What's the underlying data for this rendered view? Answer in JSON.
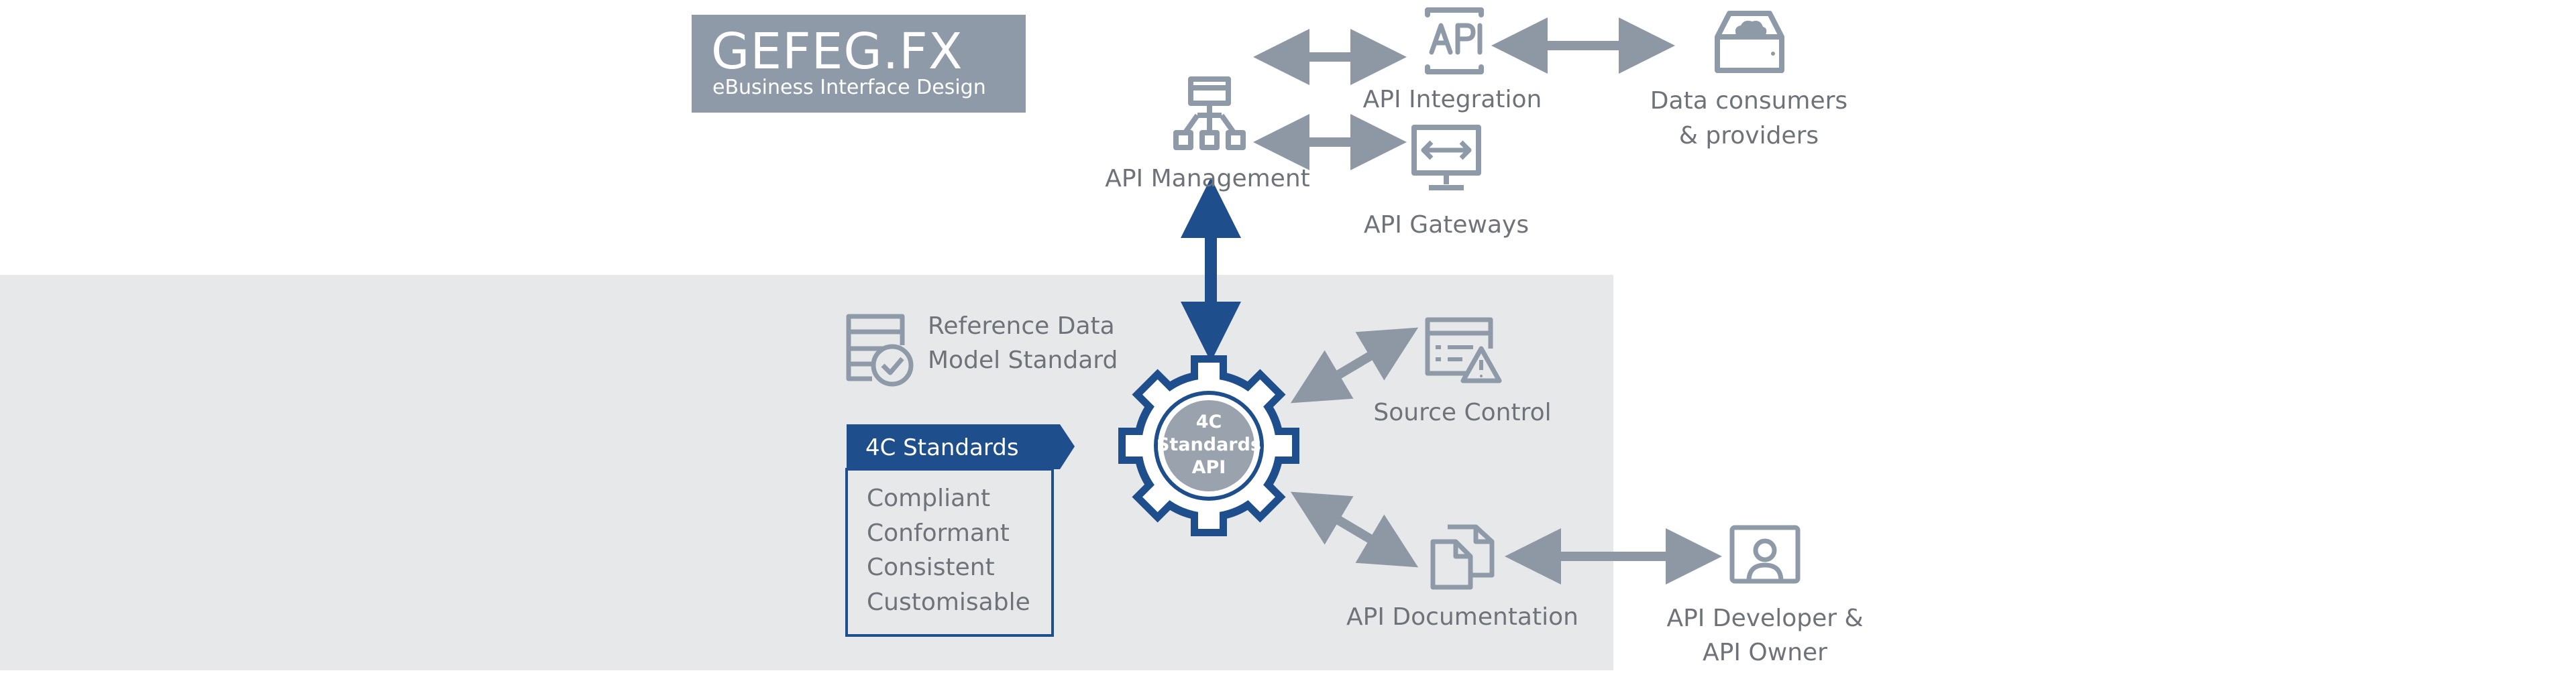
{
  "colors": {
    "background": "#ffffff",
    "panel": "#e7e8ea",
    "accent_blue": "#1f4e8c",
    "grey_icon": "#8f9aa8",
    "grey_arrow": "#8e98a5",
    "label_text": "#6f7379"
  },
  "logo": {
    "title": "GEFEG.FX",
    "subtitle": "eBusiness Interface Design"
  },
  "nodes": {
    "api_integration": {
      "label": "API Integration",
      "icon": "api-icon"
    },
    "data_consumers": {
      "label_line1": "Data consumers",
      "label_line2": "& providers",
      "icon": "cloud-drive-icon"
    },
    "api_management": {
      "label": "API Management",
      "icon": "hierarchy-icon"
    },
    "api_gateways": {
      "label": "API Gateways",
      "icon": "monitor-arrows-icon"
    },
    "reference_data": {
      "label_line1": "Reference Data",
      "label_line2": "Model Standard",
      "icon": "table-check-icon"
    },
    "hub": {
      "line1": "4C",
      "line2": "Standards",
      "line3": "API",
      "icon": "gear-icon"
    },
    "source_control": {
      "label": "Source Control",
      "icon": "document-warning-icon"
    },
    "api_documentation": {
      "label": "API Documentation",
      "icon": "documents-icon"
    },
    "api_developer": {
      "label_line1": "API Developer &",
      "label_line2": "API Owner",
      "icon": "user-monitor-icon"
    }
  },
  "standards_box": {
    "title": "4C Standards",
    "items": [
      "Compliant",
      "Conformant",
      "Consistent",
      "Customisable"
    ]
  }
}
